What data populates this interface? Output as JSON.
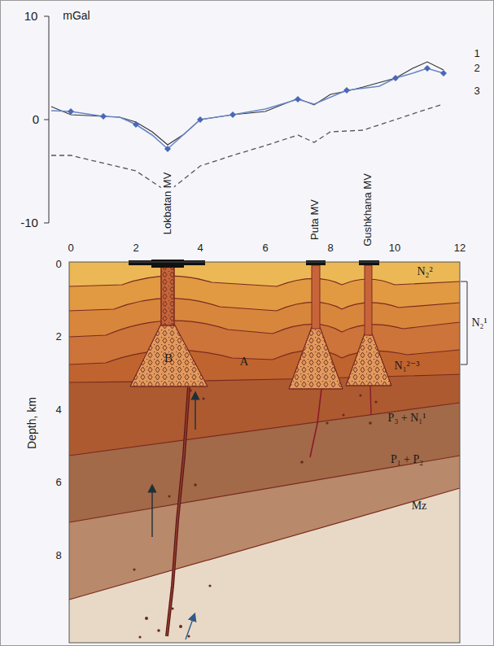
{
  "diagram": {
    "labels": [
      "10",
      "mGal",
      "0",
      "-10",
      "1",
      "2",
      "3",
      "Lokbatan MV",
      "Puta MV",
      "Gushkhana MV",
      "0",
      "2",
      "4",
      "6",
      "8",
      "10",
      "12",
      "0",
      "2",
      "4",
      "6",
      "8",
      "Depth, km",
      "N₂²",
      "N₂¹",
      "N₁²⁻³",
      "P₃ + N₁¹",
      "P₁ + P₂",
      "Mz",
      "B",
      "A"
    ]
  }
}
